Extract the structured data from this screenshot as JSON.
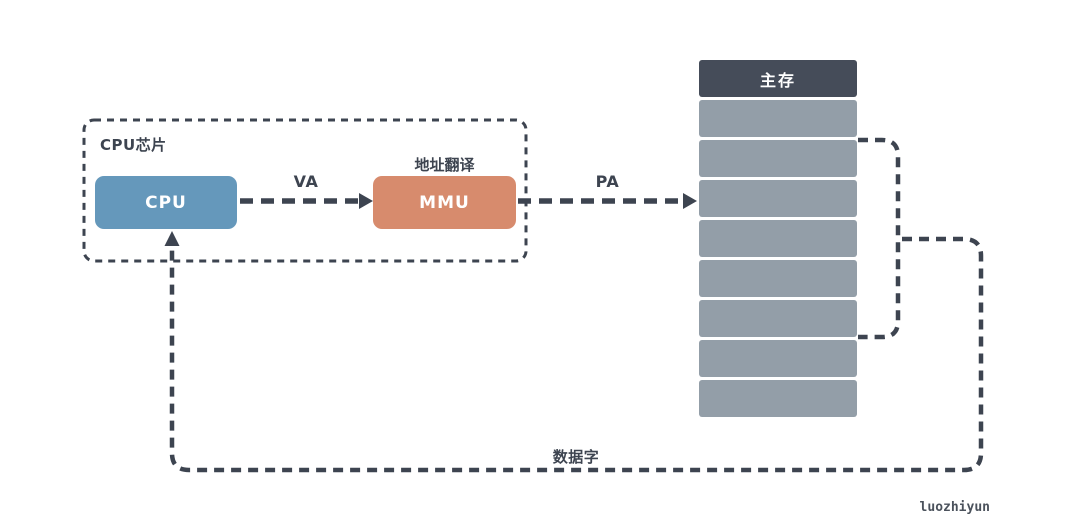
{
  "diagram": {
    "chip": {
      "label": "CPU芯片"
    },
    "cpu": {
      "label": "CPU",
      "color": "#6598bb"
    },
    "mmu": {
      "label": "MMU",
      "caption": "地址翻译",
      "color": "#d78b6d"
    },
    "edges": {
      "virtual_address_label": "VA",
      "physical_address_label": "PA",
      "data_word_label": "数据字"
    },
    "memory": {
      "title": "主存",
      "cell_count": 8,
      "header_color": "#454c59",
      "cell_color": "#939ea8"
    },
    "line_color": "#3d4450"
  },
  "watermark": "luozhiyun"
}
